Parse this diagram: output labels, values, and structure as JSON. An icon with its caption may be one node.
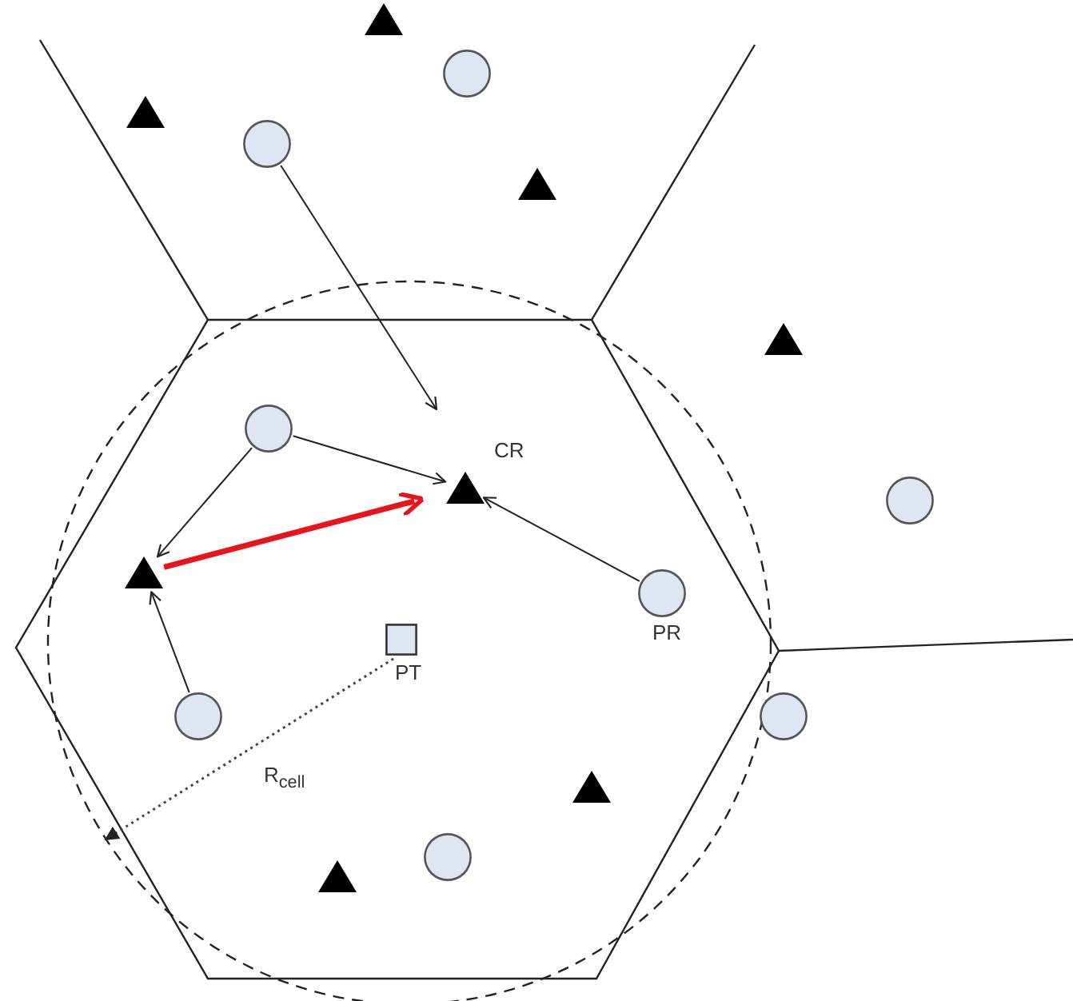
{
  "diagram": {
    "nodes": [
      {
        "text": [],
        "shape": "triangle"
      },
      {
        "text": [],
        "shape": "circle"
      },
      {
        "text": [],
        "shape": "triangle"
      },
      {
        "text": [],
        "shape": "circle"
      },
      {
        "text": [],
        "shape": "triangle"
      },
      {
        "text": [],
        "shape": "triangle"
      },
      {
        "text": [],
        "shape": "circle"
      },
      {
        "text": [],
        "shape": "triangle",
        "beside": [
          "CR"
        ]
      },
      {
        "text": [],
        "shape": "circle"
      },
      {
        "text": [],
        "shape": "triangle"
      },
      {
        "text": [],
        "shape": "circle",
        "beside": [
          "PR"
        ]
      },
      {
        "text": [],
        "shape": "box",
        "beside": [
          "PT"
        ]
      },
      {
        "text": [],
        "shape": "circle"
      },
      {
        "text": [],
        "shape": "circle"
      },
      {
        "text": [],
        "shape": "triangle"
      },
      {
        "text": [],
        "shape": "circle"
      },
      {
        "text": [],
        "shape": "triangle"
      }
    ],
    "edges": [
      {
        "from": 3,
        "to": null,
        "arrow": "to"
      },
      {
        "from": 6,
        "to": 7,
        "arrow": "to"
      },
      {
        "from": 6,
        "to": 9,
        "arrow": "to"
      },
      {
        "from": 10,
        "to": 7,
        "arrow": "to"
      },
      {
        "from": 12,
        "to": 9,
        "arrow": "to"
      },
      {
        "from": 9,
        "to": 7,
        "arrow": "to",
        "style": "thick",
        "color": "#e8141b"
      }
    ],
    "labels": [
      "R$_{cell}$"
    ]
  }
}
